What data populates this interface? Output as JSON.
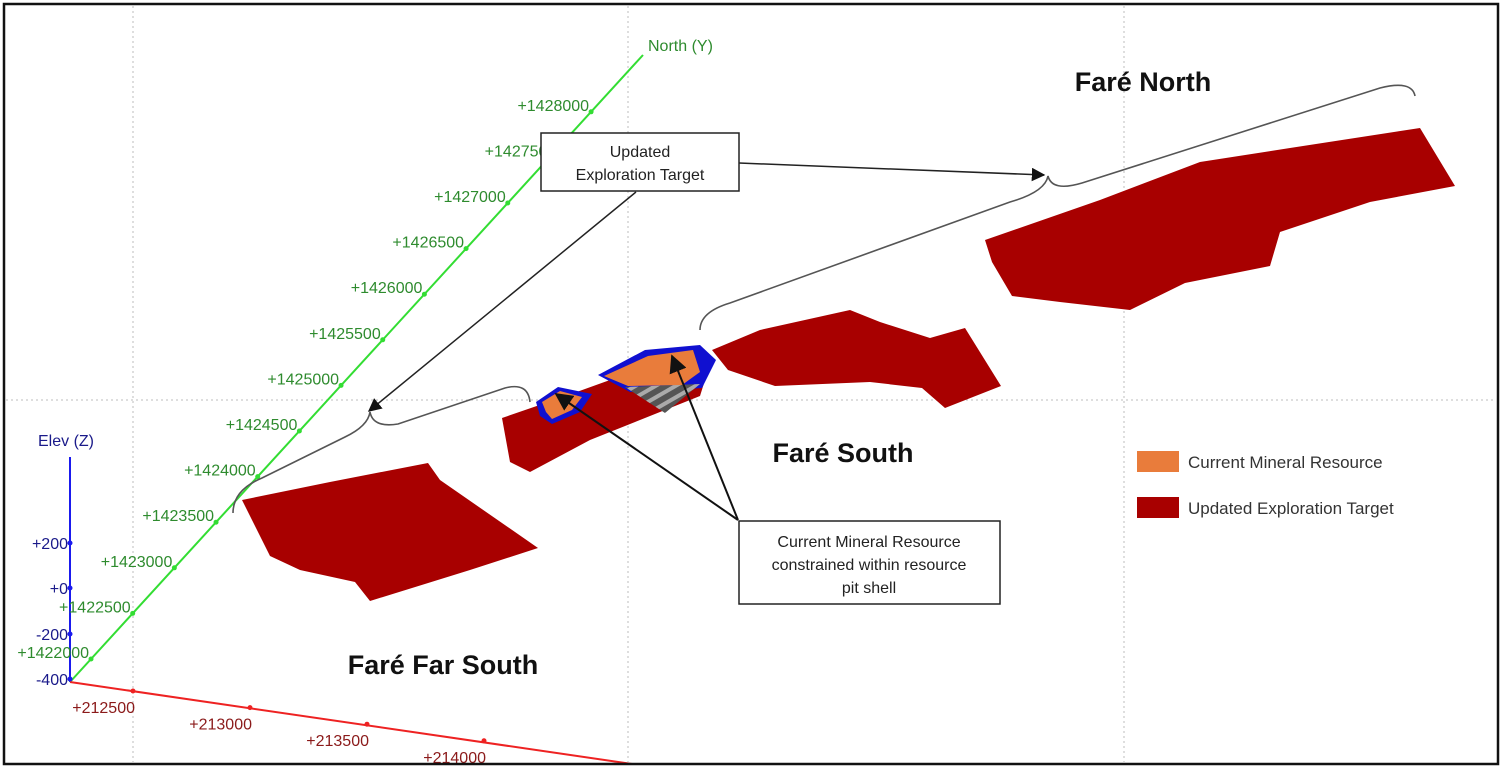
{
  "colors": {
    "north_axis": "#33dd33",
    "north_text": "#2e8b2e",
    "elev_axis": "#1a1aee",
    "elev_text": "#1a1a8a",
    "east_axis": "#ee2222",
    "east_text": "#8b1a1a",
    "resource": "#e97c3b",
    "target": "#a80000",
    "pit_outline": "#1010d0"
  },
  "axes": {
    "north": {
      "title": "North (Y)",
      "ticks": [
        "+1422000",
        "+1422500",
        "+1423000",
        "+1423500",
        "+1424000",
        "+1424500",
        "+1425000",
        "+1425500",
        "+1426000",
        "+1426500",
        "+1427000",
        "+142750",
        "+1428000"
      ]
    },
    "elev": {
      "title": "Elev (Z)",
      "ticks": [
        "+200",
        "+0",
        "-200",
        "-400"
      ]
    },
    "east": {
      "ticks": [
        "+212500",
        "+213000",
        "+213500",
        "+214000"
      ]
    }
  },
  "regions": {
    "north": "Faré North",
    "south": "Faré South",
    "far_south": "Faré Far South"
  },
  "callouts": {
    "target": [
      "Updated",
      "Exploration Target"
    ],
    "resource": [
      "Current Mineral Resource",
      "constrained within resource",
      "pit shell"
    ]
  },
  "legend": [
    {
      "label": "Current Mineral Resource",
      "color": "#e97c3b"
    },
    {
      "label": "Updated Exploration Target",
      "color": "#a80000"
    }
  ]
}
